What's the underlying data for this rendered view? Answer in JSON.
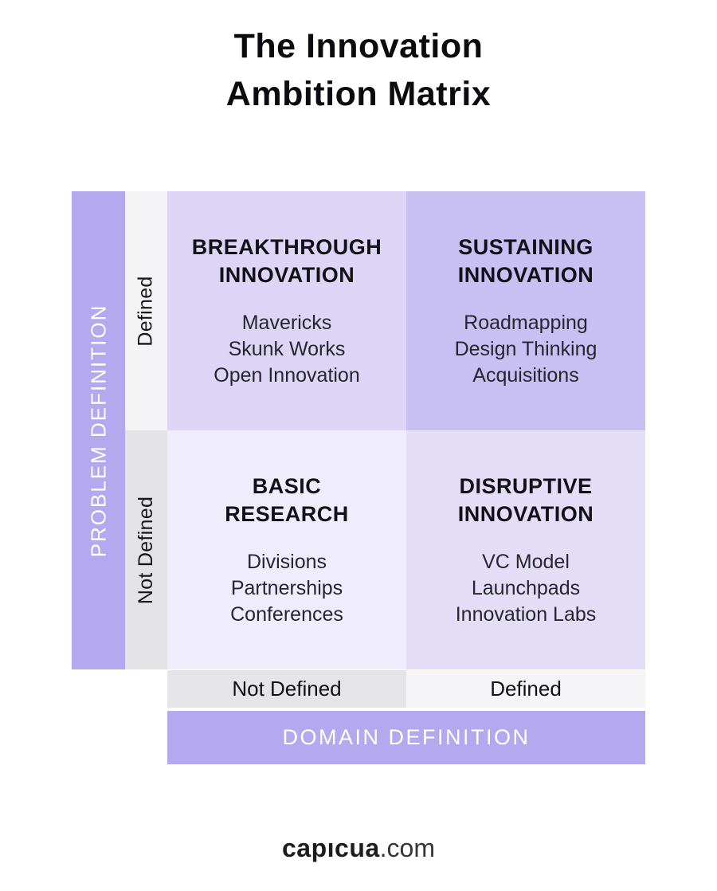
{
  "page": {
    "title": "The Innovation\nAmbition Matrix"
  },
  "matrix": {
    "y_axis": {
      "label": "PROBLEM DEFINITION",
      "top_value": "Defined",
      "bottom_value": "Not Defined"
    },
    "x_axis": {
      "label": "DOMAIN DEFINITION",
      "left_value": "Not Defined",
      "right_value": "Defined"
    },
    "quadrants": [
      {
        "id": "breakthrough-innovation",
        "title": "BREAKTHROUGH\nINNOVATION",
        "items": [
          "Mavericks",
          "Skunk Works",
          "Open Innovation"
        ]
      },
      {
        "id": "sustaining-innovation",
        "title": "SUSTAINING\nINNOVATION",
        "items": [
          "Roadmapping",
          "Design Thinking",
          "Acquisitions"
        ]
      },
      {
        "id": "basic-research",
        "title": "BASIC\nRESEARCH",
        "items": [
          "Divisions",
          "Partnerships",
          "Conferences"
        ]
      },
      {
        "id": "disruptive-innovation",
        "title": "DISRUPTIVE\nINNOVATION",
        "items": [
          "VC Model",
          "Launchpads",
          "Innovation Labs"
        ]
      }
    ]
  },
  "footer": {
    "brand": "capıcua",
    "brand_suffix": ".com"
  },
  "colors": {
    "axis_bar_purple": "#B4A8EF",
    "quadrant_breakthrough": "#DCD5F6",
    "quadrant_sustaining": "#C8BFF2",
    "quadrant_basic": "#EFECFB",
    "quadrant_disruptive": "#E3DDF8",
    "row_strip_defined": "#F4F3F6",
    "row_strip_not_defined": "#E3E2E6",
    "column_label_not_defined_bg": "#E5E4E8",
    "column_label_defined_bg": "#F5F4F7",
    "axis_text": "#FFFFFF",
    "text_dark": "#111117"
  }
}
